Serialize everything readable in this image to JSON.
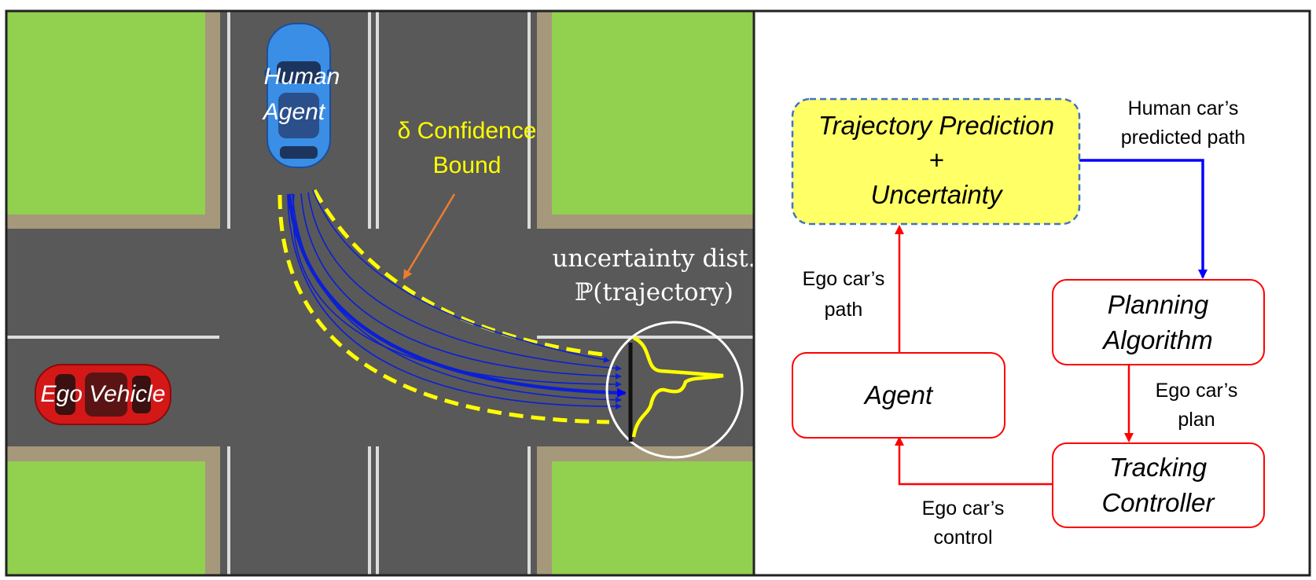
{
  "scene": {
    "human_agent": {
      "line1": "Human",
      "line2": "Agent"
    },
    "confidence": {
      "line1": "δ Confidence",
      "line2": "Bound"
    },
    "uncertainty": {
      "line1": "uncertainty dist.",
      "line2": "ℙ(trajectory)"
    },
    "ego_vehicle": "Ego Vehicle",
    "colors": {
      "grass": "#92d050",
      "road": "#595959",
      "sidewalk": "#a6987a",
      "human_car": "#3a8ee6",
      "ego_car": "#d41818",
      "trajectory": "#0b1fd6",
      "bound": "#ffff00",
      "bound_arrow": "#ed7d31"
    }
  },
  "flow": {
    "trajectory_box": {
      "line1": "Trajectory Prediction",
      "line2": "+",
      "line3": "Uncertainty"
    },
    "planning_box": {
      "line1": "Planning",
      "line2": "Algorithm"
    },
    "agent_box": "Agent",
    "tracking_box": {
      "line1": "Tracking",
      "line2": "Controller"
    },
    "edge_human_path": {
      "line1": "Human car’s",
      "line2": "predicted path"
    },
    "edge_ego_path": {
      "line1": "Ego car’s",
      "line2": "path"
    },
    "edge_ego_plan": {
      "line1": "Ego car’s",
      "line2": "plan"
    },
    "edge_ego_control": {
      "line1": "Ego car’s",
      "line2": "control"
    },
    "colors": {
      "trajectory_fill": "#ffff66",
      "trajectory_border": "#4472c4",
      "box_border": "#ff0000",
      "blue_edge": "#0000ff",
      "red_edge": "#ff0000"
    }
  }
}
